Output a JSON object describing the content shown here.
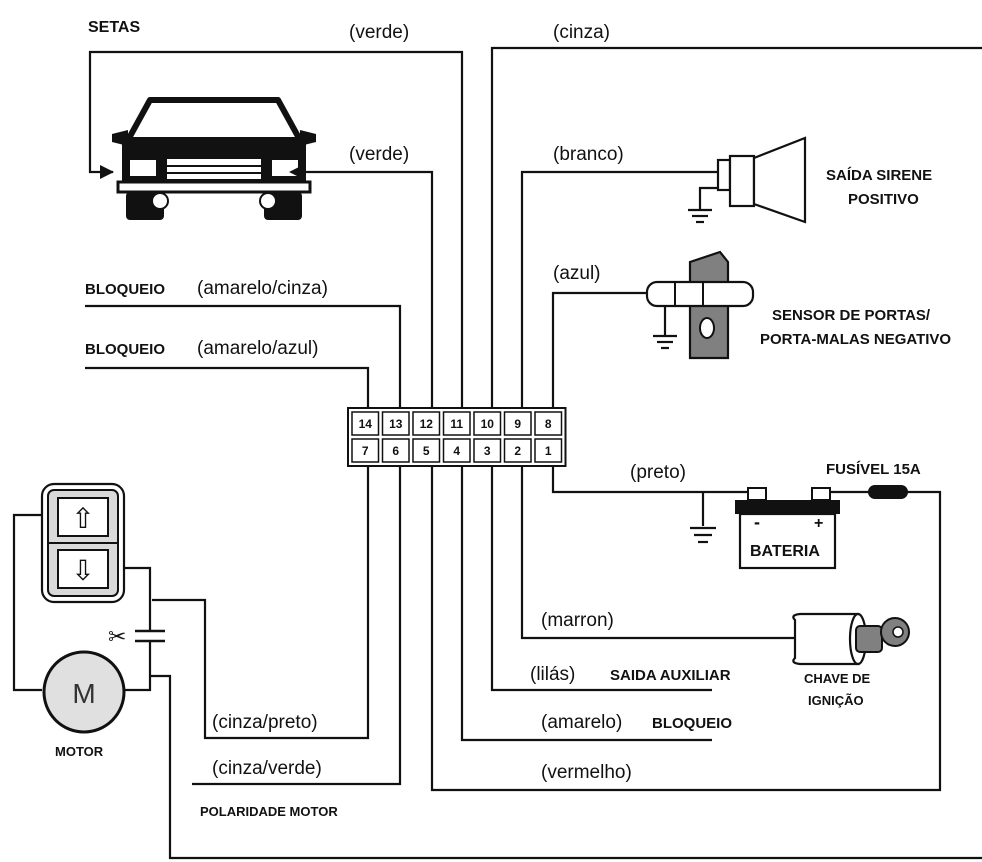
{
  "labels": {
    "setas": "SETAS",
    "verde_top": "(verde)",
    "cinza_top": "(cinza)",
    "verde_mid": "(verde)",
    "branco": "(branco)",
    "saida_sirene": "SAÍDA SIRENE",
    "positivo": "POSITIVO",
    "azul": "(azul)",
    "sensor_portas": "SENSOR DE PORTAS/",
    "porta_malas": "PORTA-MALAS NEGATIVO",
    "bloqueio_1": "BLOQUEIO",
    "bloqueio_1_color": "(amarelo/cinza)",
    "bloqueio_2": "BLOQUEIO",
    "bloqueio_2_color": "(amarelo/azul)",
    "preto": "(preto)",
    "fusivel": "FUSÍVEL 15A",
    "bateria": "BATERIA",
    "bat_minus": "-",
    "bat_plus": "+",
    "marrom": "(marron)",
    "chave_de": "CHAVE DE",
    "ignicao": "IGNIÇÃO",
    "lilas": "(lilás)",
    "saida_auxiliar": "SAIDA AUXILIAR",
    "amarelo": "(amarelo)",
    "bloqueio_3": "BLOQUEIO",
    "vermelho": "(vermelho)",
    "cinza_preto": "(cinza/preto)",
    "cinza_verde": "(cinza/verde)",
    "polaridade_motor": "POLARIDADE MOTOR",
    "motor": "MOTOR",
    "motor_symbol": "M",
    "scissors": "✂",
    "arrow_up": "⇧",
    "arrow_down": "⇩"
  },
  "connector": {
    "top_pins": [
      "14",
      "13",
      "12",
      "11",
      "10",
      "9",
      "8"
    ],
    "bottom_pins": [
      "7",
      "6",
      "5",
      "4",
      "3",
      "2",
      "1"
    ]
  },
  "colors": {
    "line": "#111111",
    "sensor_fill": "#808080",
    "motor_fill": "#e0e0e0",
    "switch_fill": "#d9d9d9"
  }
}
